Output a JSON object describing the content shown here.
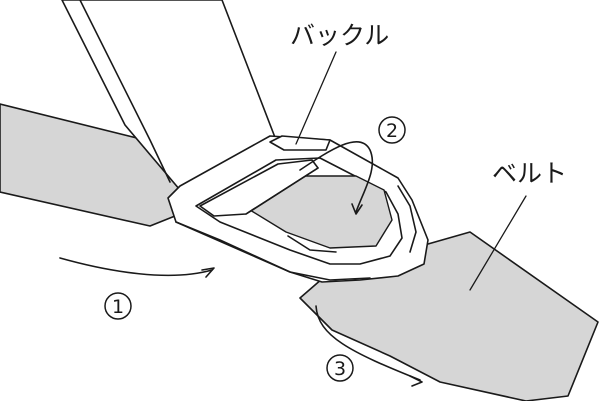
{
  "labels": {
    "buckle": "バックル",
    "belt": "ベルト"
  },
  "steps": {
    "step1": "1",
    "step2": "2",
    "step3": "3"
  },
  "colors": {
    "belt_fill": "#d6d6d6",
    "line": "#1a1a1a",
    "background": "#ffffff"
  }
}
